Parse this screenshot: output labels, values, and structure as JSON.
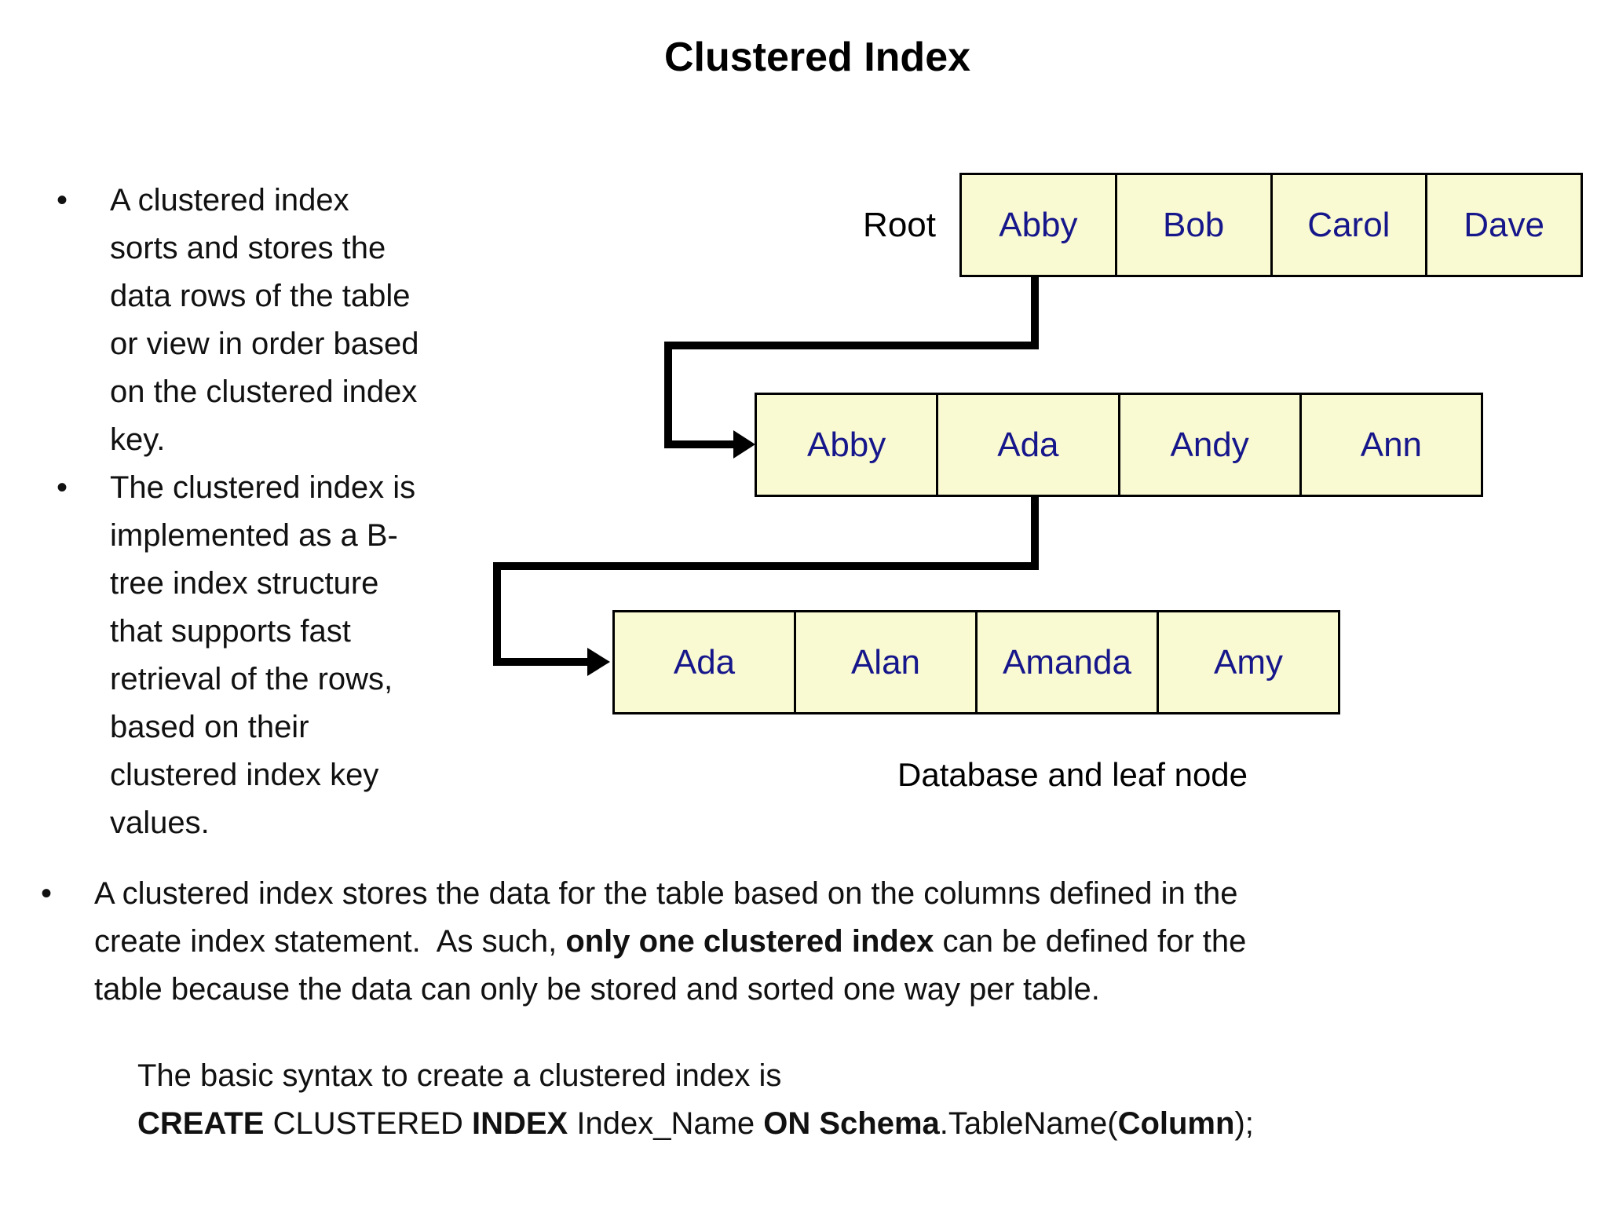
{
  "title": "Clustered Index",
  "glyphs": {
    "bullet": "•"
  },
  "left_bullets": [
    {
      "lines": [
        "A clustered index",
        "sorts and stores the",
        "data rows of the table",
        "or view in order based",
        "on the clustered index",
        "key."
      ]
    },
    {
      "lines": [
        "The clustered index is",
        "implemented as a B-",
        "tree index structure",
        "that supports fast",
        "retrieval of the rows,",
        "based on their",
        "clustered index key",
        "values."
      ]
    }
  ],
  "diagram": {
    "root_label": "Root",
    "rows": [
      {
        "level": "root",
        "cells": [
          "Abby",
          "Bob",
          "Carol",
          "Dave"
        ]
      },
      {
        "level": "intermediate",
        "cells": [
          "Abby",
          "Ada",
          "Andy",
          "Ann"
        ]
      },
      {
        "level": "leaf",
        "cells": [
          "Ada",
          "Alan",
          "Amanda",
          "Amy"
        ]
      }
    ],
    "caption": "Database and leaf node",
    "colors": {
      "cell_fill": "#FAFAD2",
      "cell_border": "#000000",
      "cell_text": "#17178C",
      "connector": "#000000"
    }
  },
  "bottom_bullet": {
    "line1": "A clustered index stores the data for the table based on the columns defined in the",
    "line2_pre": "create index statement.  As such, ",
    "line2_bold": "only one clustered index",
    "line2_post": " can be defined for the",
    "line3": "table because the data can only be stored and sorted one way per table."
  },
  "syntax": {
    "line1": "The basic syntax to create a clustered index is",
    "line2_segments": [
      {
        "text": "CREATE",
        "bold": true
      },
      {
        "text": " CLUSTERED ",
        "bold": false
      },
      {
        "text": "INDEX",
        "bold": true
      },
      {
        "text": " Index_Name ",
        "bold": false
      },
      {
        "text": "ON Schema",
        "bold": true
      },
      {
        "text": ".TableName(",
        "bold": false
      },
      {
        "text": "Column",
        "bold": true
      },
      {
        "text": ");",
        "bold": false
      }
    ]
  }
}
